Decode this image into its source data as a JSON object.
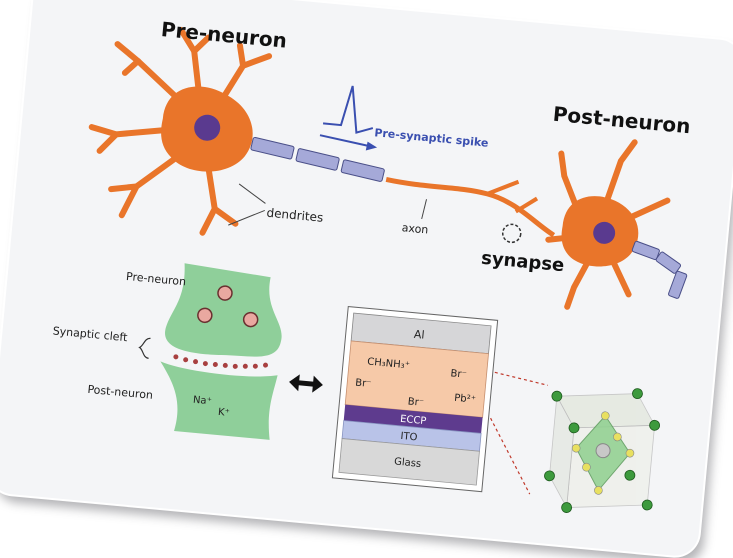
{
  "top": {
    "pre_neuron": "Pre-neuron",
    "post_neuron": "Post-neuron",
    "spike_label": "Pre-synaptic spike",
    "dendrites": "dendrites",
    "axon": "axon",
    "synapse": "synapse"
  },
  "bottom": {
    "pre_neuron": "Pre-neuron",
    "synaptic_cleft": "Synaptic cleft",
    "post_neuron": "Post-neuron",
    "ion_na": "Na⁺",
    "ion_k": "K⁺"
  },
  "device": {
    "layers": {
      "al": "Al",
      "perovskite_ch3nh3": "CH₃NH₃⁺",
      "perovskite_br1": "Br⁻",
      "perovskite_br2": "Br⁻",
      "perovskite_br3": "Br⁻",
      "perovskite_pb": "Pb²⁺",
      "eccp": "ECCP",
      "ito": "ITO",
      "glass": "Glass"
    }
  },
  "colors": {
    "neuron": "#e9752a",
    "nucleus": "#5a3a8f",
    "myelin": "#a5a9d8",
    "spike": "#3a4fb0",
    "synapse_fill": "#8fcf9a",
    "perovskite": "#f6c9a8",
    "eccp": "#5e3b8e",
    "ito": "#b9c3e8",
    "glass": "#d8d8d8"
  }
}
